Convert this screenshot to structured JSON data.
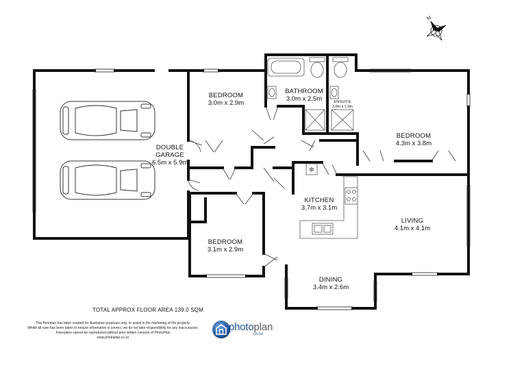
{
  "rooms": {
    "bedroom_top": {
      "name": "BEDROOM",
      "dim": "3.0m x 2.9m"
    },
    "bathroom": {
      "name": "BATHROOM",
      "dim": "3.0m x 2.5m"
    },
    "ensuite": {
      "name": "ENSUITE",
      "dim": "3.0m x 1.0m"
    },
    "bedroom_right": {
      "name": "BEDROOM",
      "dim": "4.3m x 3.8m"
    },
    "garage": {
      "name_line1": "DOUBLE",
      "name_line2": "GARAGE",
      "dim": "6.5m x 5.9m"
    },
    "kitchen": {
      "name": "KITCHEN",
      "dim": "3.7m x 3.1m"
    },
    "living": {
      "name": "LIVING",
      "dim": "4.1m x 4.1m"
    },
    "bedroom_bottom": {
      "name": "BEDROOM",
      "dim": "3.1m x 2.9m"
    },
    "dining": {
      "name": "DINING",
      "dim": "3.4m x 2.6m"
    }
  },
  "floor_area": "TOTAL APPROX FLOOR AREA 139.0 SQM",
  "disclaimer": {
    "line1": "This floorplan has been created for illustrative purposes only, to assist in the marketing of the property.",
    "line2": "Whilst all care has been taken to ensure information is correct, we do not take responsibility for any inaccuracies.",
    "line3": "Floorplans cannot be reproduced without prior written consent of PhotoPlan",
    "line4": "www.photoplan.co.nz"
  },
  "logo": {
    "word_a": "photo",
    "word_b": "plan",
    "sub": ".co.nz"
  },
  "colors": {
    "wall": "#111111",
    "fixture": "#555555",
    "logo_blue": "#1d4f91"
  },
  "icons": [
    "car-icon",
    "compass-icon",
    "bath-icon",
    "toilet-icon",
    "shower-icon",
    "sink-icon",
    "stove-icon",
    "fridge-icon"
  ]
}
